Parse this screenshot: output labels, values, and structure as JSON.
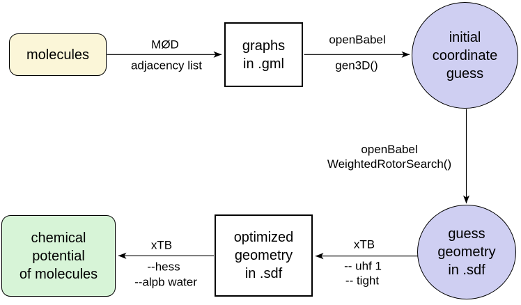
{
  "canvas": {
    "background": "#ffffff",
    "ink": "#000000"
  },
  "colors": {
    "molecules_fill": "#fbf6d8",
    "circle_fill": "#cfcff2",
    "chemical_fill": "#d7f4d7",
    "plain_fill": "#ffffff"
  },
  "nodes": {
    "molecules": {
      "label": "molecules",
      "fill": "#fbf6d8",
      "shape": "rounded-rect"
    },
    "graphs": {
      "lines": [
        "graphs",
        "in .gml"
      ],
      "fill": "#ffffff",
      "shape": "rect"
    },
    "initial_coordinate_guess": {
      "lines": [
        "initial",
        "coordinate",
        "guess"
      ],
      "fill": "#cfcff2",
      "shape": "circle"
    },
    "guess_geometry": {
      "lines": [
        "guess",
        "geometry",
        "in .sdf"
      ],
      "fill": "#cfcff2",
      "shape": "circle"
    },
    "optimized_geometry": {
      "lines": [
        "optimized",
        "geometry",
        "in .sdf"
      ],
      "fill": "#ffffff",
      "shape": "rect"
    },
    "chemical_potential": {
      "lines": [
        "chemical",
        "potential",
        "of molecules"
      ],
      "fill": "#d7f4d7",
      "shape": "rounded-rect"
    }
  },
  "edges": {
    "molecules_to_graphs": {
      "label_above": "MØD",
      "label_below": "adjacency list"
    },
    "graphs_to_initial": {
      "label_above": "openBabel",
      "label_below": "gen3D()"
    },
    "initial_to_guess": {
      "label_line1": "openBabel",
      "label_line2": "WeightedRotorSearch()"
    },
    "guess_to_optimized": {
      "label_above": "xTB",
      "label_below1": "-- uhf 1",
      "label_below2": "-- tight"
    },
    "optimized_to_chemical": {
      "label_above": "xTB",
      "label_below1": "--hess",
      "label_below2": "--alpb water"
    }
  }
}
